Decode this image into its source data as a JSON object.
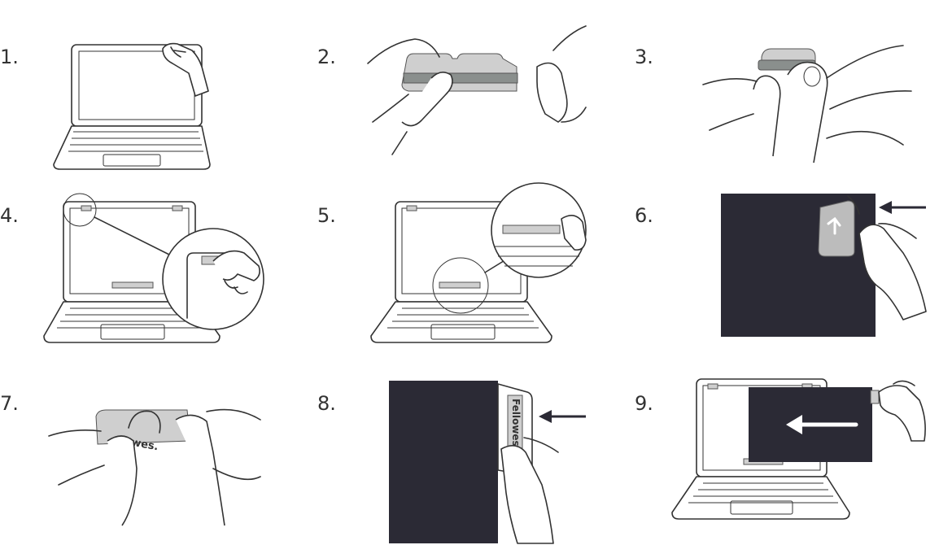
{
  "steps": [
    {
      "label": "1."
    },
    {
      "label": "2."
    },
    {
      "label": "3."
    },
    {
      "label": "4."
    },
    {
      "label": "5."
    },
    {
      "label": "6."
    },
    {
      "label": "7.",
      "brand": "owes."
    },
    {
      "label": "8.",
      "brand": "Fellowes."
    },
    {
      "label": "9."
    }
  ],
  "colors": {
    "ink": "#333333",
    "screen_filter": "#2b2a35",
    "tab": "#cfcfcf"
  }
}
